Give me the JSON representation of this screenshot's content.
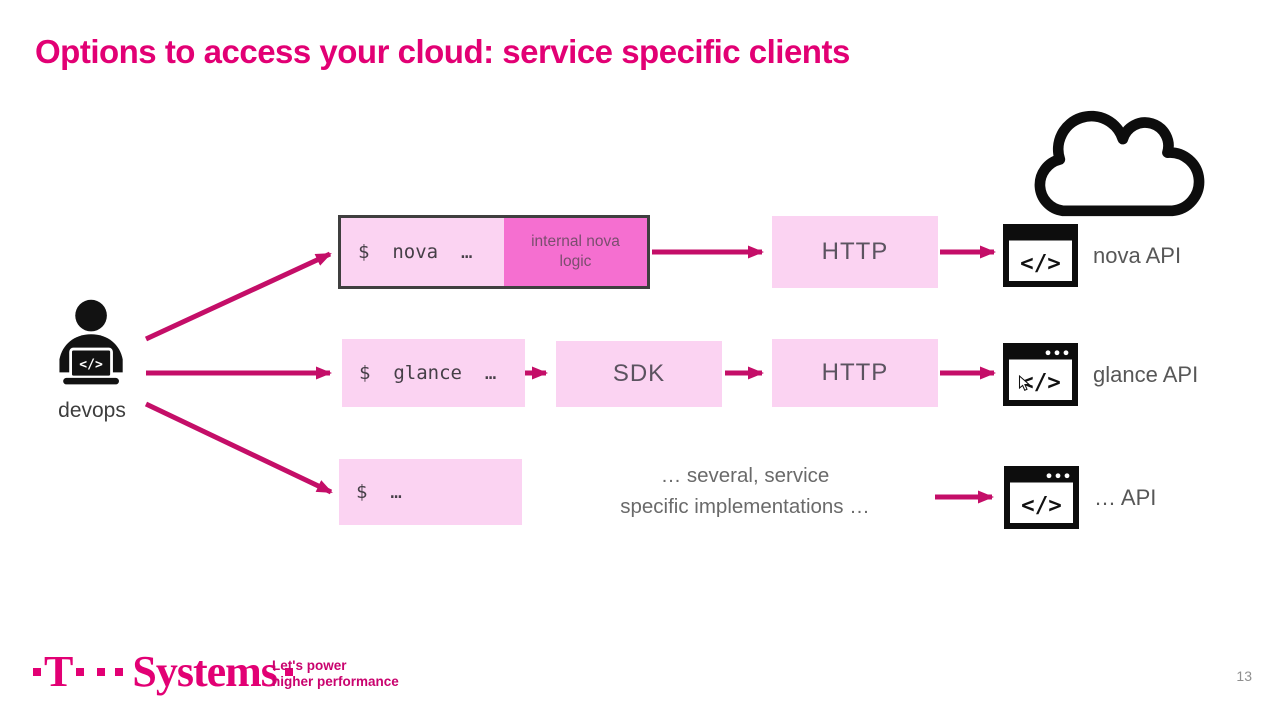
{
  "slide": {
    "title": "Options to access your cloud: service specific clients",
    "page_number": "13"
  },
  "colors": {
    "magenta": "#E20074",
    "arrow": "#C40E68",
    "pink_light": "#FBD3F2",
    "pink_dark": "#F56FD0",
    "box_border": "#3F3F3F"
  },
  "actor": {
    "label": "devops"
  },
  "icons": {
    "code_glyph": "</>"
  },
  "rows": {
    "nova": {
      "command": "$  nova  …",
      "internal_line1": "internal nova",
      "internal_line2": "logic",
      "http": "HTTP",
      "api_label": "nova API"
    },
    "glance": {
      "command": "$  glance  …",
      "sdk": "SDK",
      "http": "HTTP",
      "api_label": "glance API"
    },
    "generic": {
      "command": "$  …",
      "note_line1": "… several, service",
      "note_line2": "specific implementations …",
      "api_label": "… API"
    }
  },
  "footer": {
    "logo_t": "T",
    "logo_name": "Systems",
    "tagline_line1": "Let's power",
    "tagline_line2": "higher performance"
  }
}
